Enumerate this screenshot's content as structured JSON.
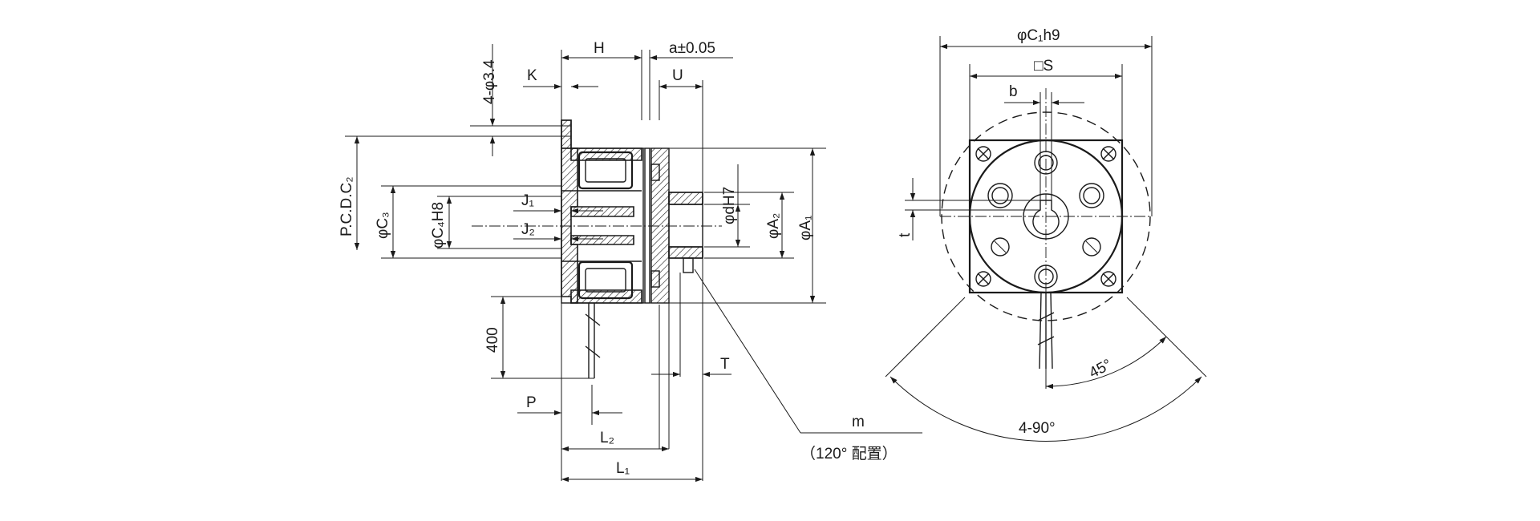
{
  "labels": {
    "four_phi_3_4": "4-φ3.4",
    "H": "H",
    "a_tol": "a±0.05",
    "K": "K",
    "U": "U",
    "pcd_c2": "P.C.D.C₂",
    "phi_c3": "φC₃",
    "phi_c4h8": "φC₄H8",
    "J1": "J₁",
    "J2": "J₂",
    "phi_dh7": "φdH7",
    "phi_a2": "φA₂",
    "phi_a1": "φA₁",
    "len_400": "400",
    "T": "T",
    "P": "P",
    "L2": "L₂",
    "L1": "L₁",
    "m": "m",
    "note_120": "（120° 配置）",
    "phi_c1h9": "φC₁h9",
    "square_s": "□S",
    "b": "b",
    "t": "t",
    "angle_45": "45°",
    "angle_4_90": "4-90°"
  }
}
